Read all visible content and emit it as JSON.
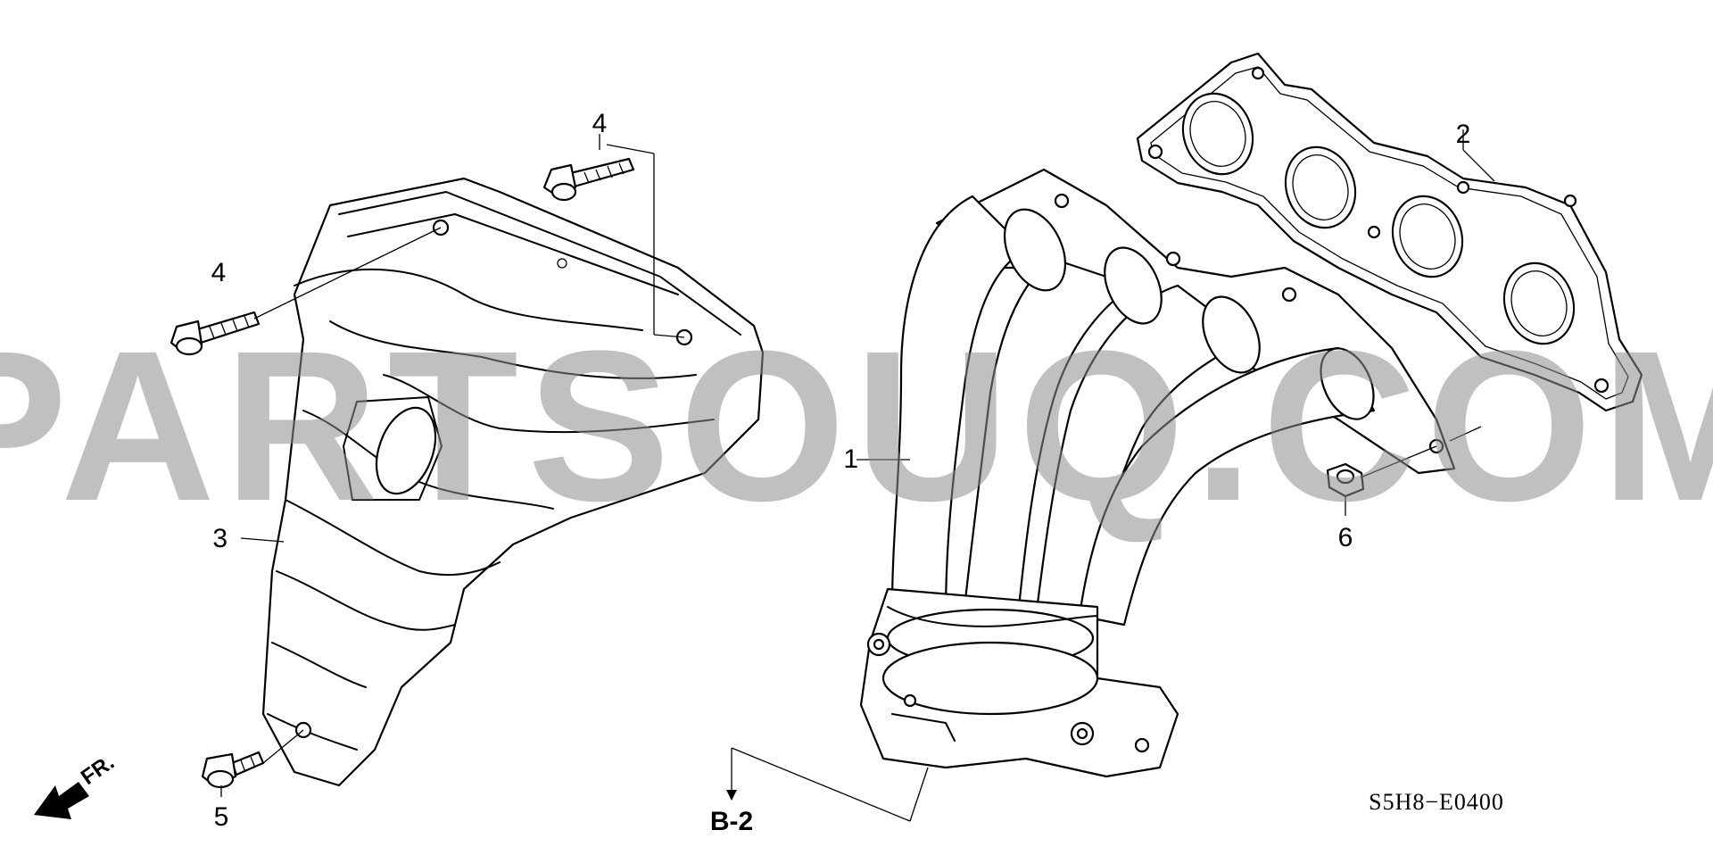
{
  "callouts": {
    "c1": "1",
    "c2": "2",
    "c3": "3",
    "c4a": "4",
    "c4b": "4",
    "c5": "5",
    "c6": "6"
  },
  "reference": "B-2",
  "diagram_code": "S5H8−E0400",
  "front_label": "FR.",
  "watermark": "PARTSOUQ.COM",
  "icons": {
    "front_arrow": "front-direction-arrow-icon"
  }
}
